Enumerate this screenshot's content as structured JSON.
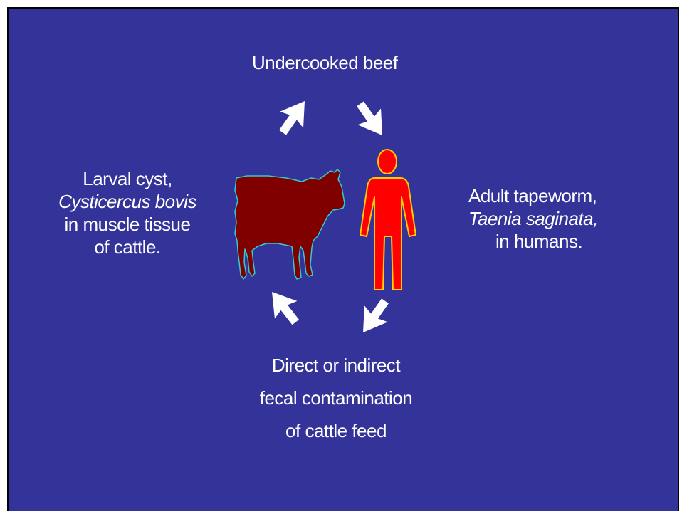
{
  "top_label": "Undercooked beef",
  "left_label": {
    "line1": "Larval cyst,",
    "line2": "Cysticercus bovis",
    "line3": "in muscle tissue",
    "line4": "of cattle."
  },
  "right_label": {
    "line1": "Adult tapeworm,",
    "line2": "Taenia saginata,",
    "line3": "in humans."
  },
  "bottom_label": {
    "line1": "Direct or indirect",
    "line2": "fecal contamination",
    "line3": "of cattle feed"
  },
  "colors": {
    "background": "#333399",
    "cow_fill": "#800000",
    "cow_outline": "#33cccc",
    "human_fill": "#ff0000",
    "human_outline": "#ffcc00",
    "arrow": "#ffffff"
  }
}
